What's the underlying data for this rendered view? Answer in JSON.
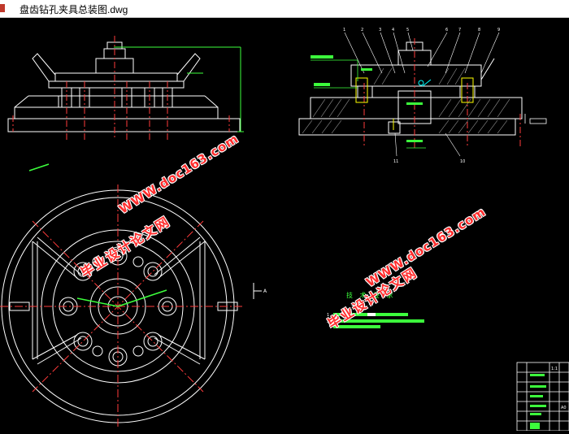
{
  "window": {
    "title": "盘齿钻孔夹具总装图.dwg"
  },
  "watermarks": {
    "url_text": "WWW.doc163.com",
    "cn_text": "毕业设计论文网"
  },
  "drawing": {
    "tech_requirements_title": "技 术 要 求",
    "tech_item_1": "1",
    "tech_item_2": "2",
    "front_view_callouts": [
      "1",
      "2",
      "3",
      "4",
      "5",
      "6",
      "7",
      "8",
      "9"
    ],
    "bottom_callouts": [
      "11",
      "10"
    ],
    "section_marker": "A",
    "title_block_value_1": "1:1",
    "title_block_value_2": "A0"
  },
  "colors": {
    "line_white": "#ffffff",
    "line_green": "#3cff3c",
    "line_red": "#ff3b3b",
    "line_yellow": "#ffff00",
    "line_cyan": "#00ffff",
    "watermark_red": "#ff2d2d"
  }
}
